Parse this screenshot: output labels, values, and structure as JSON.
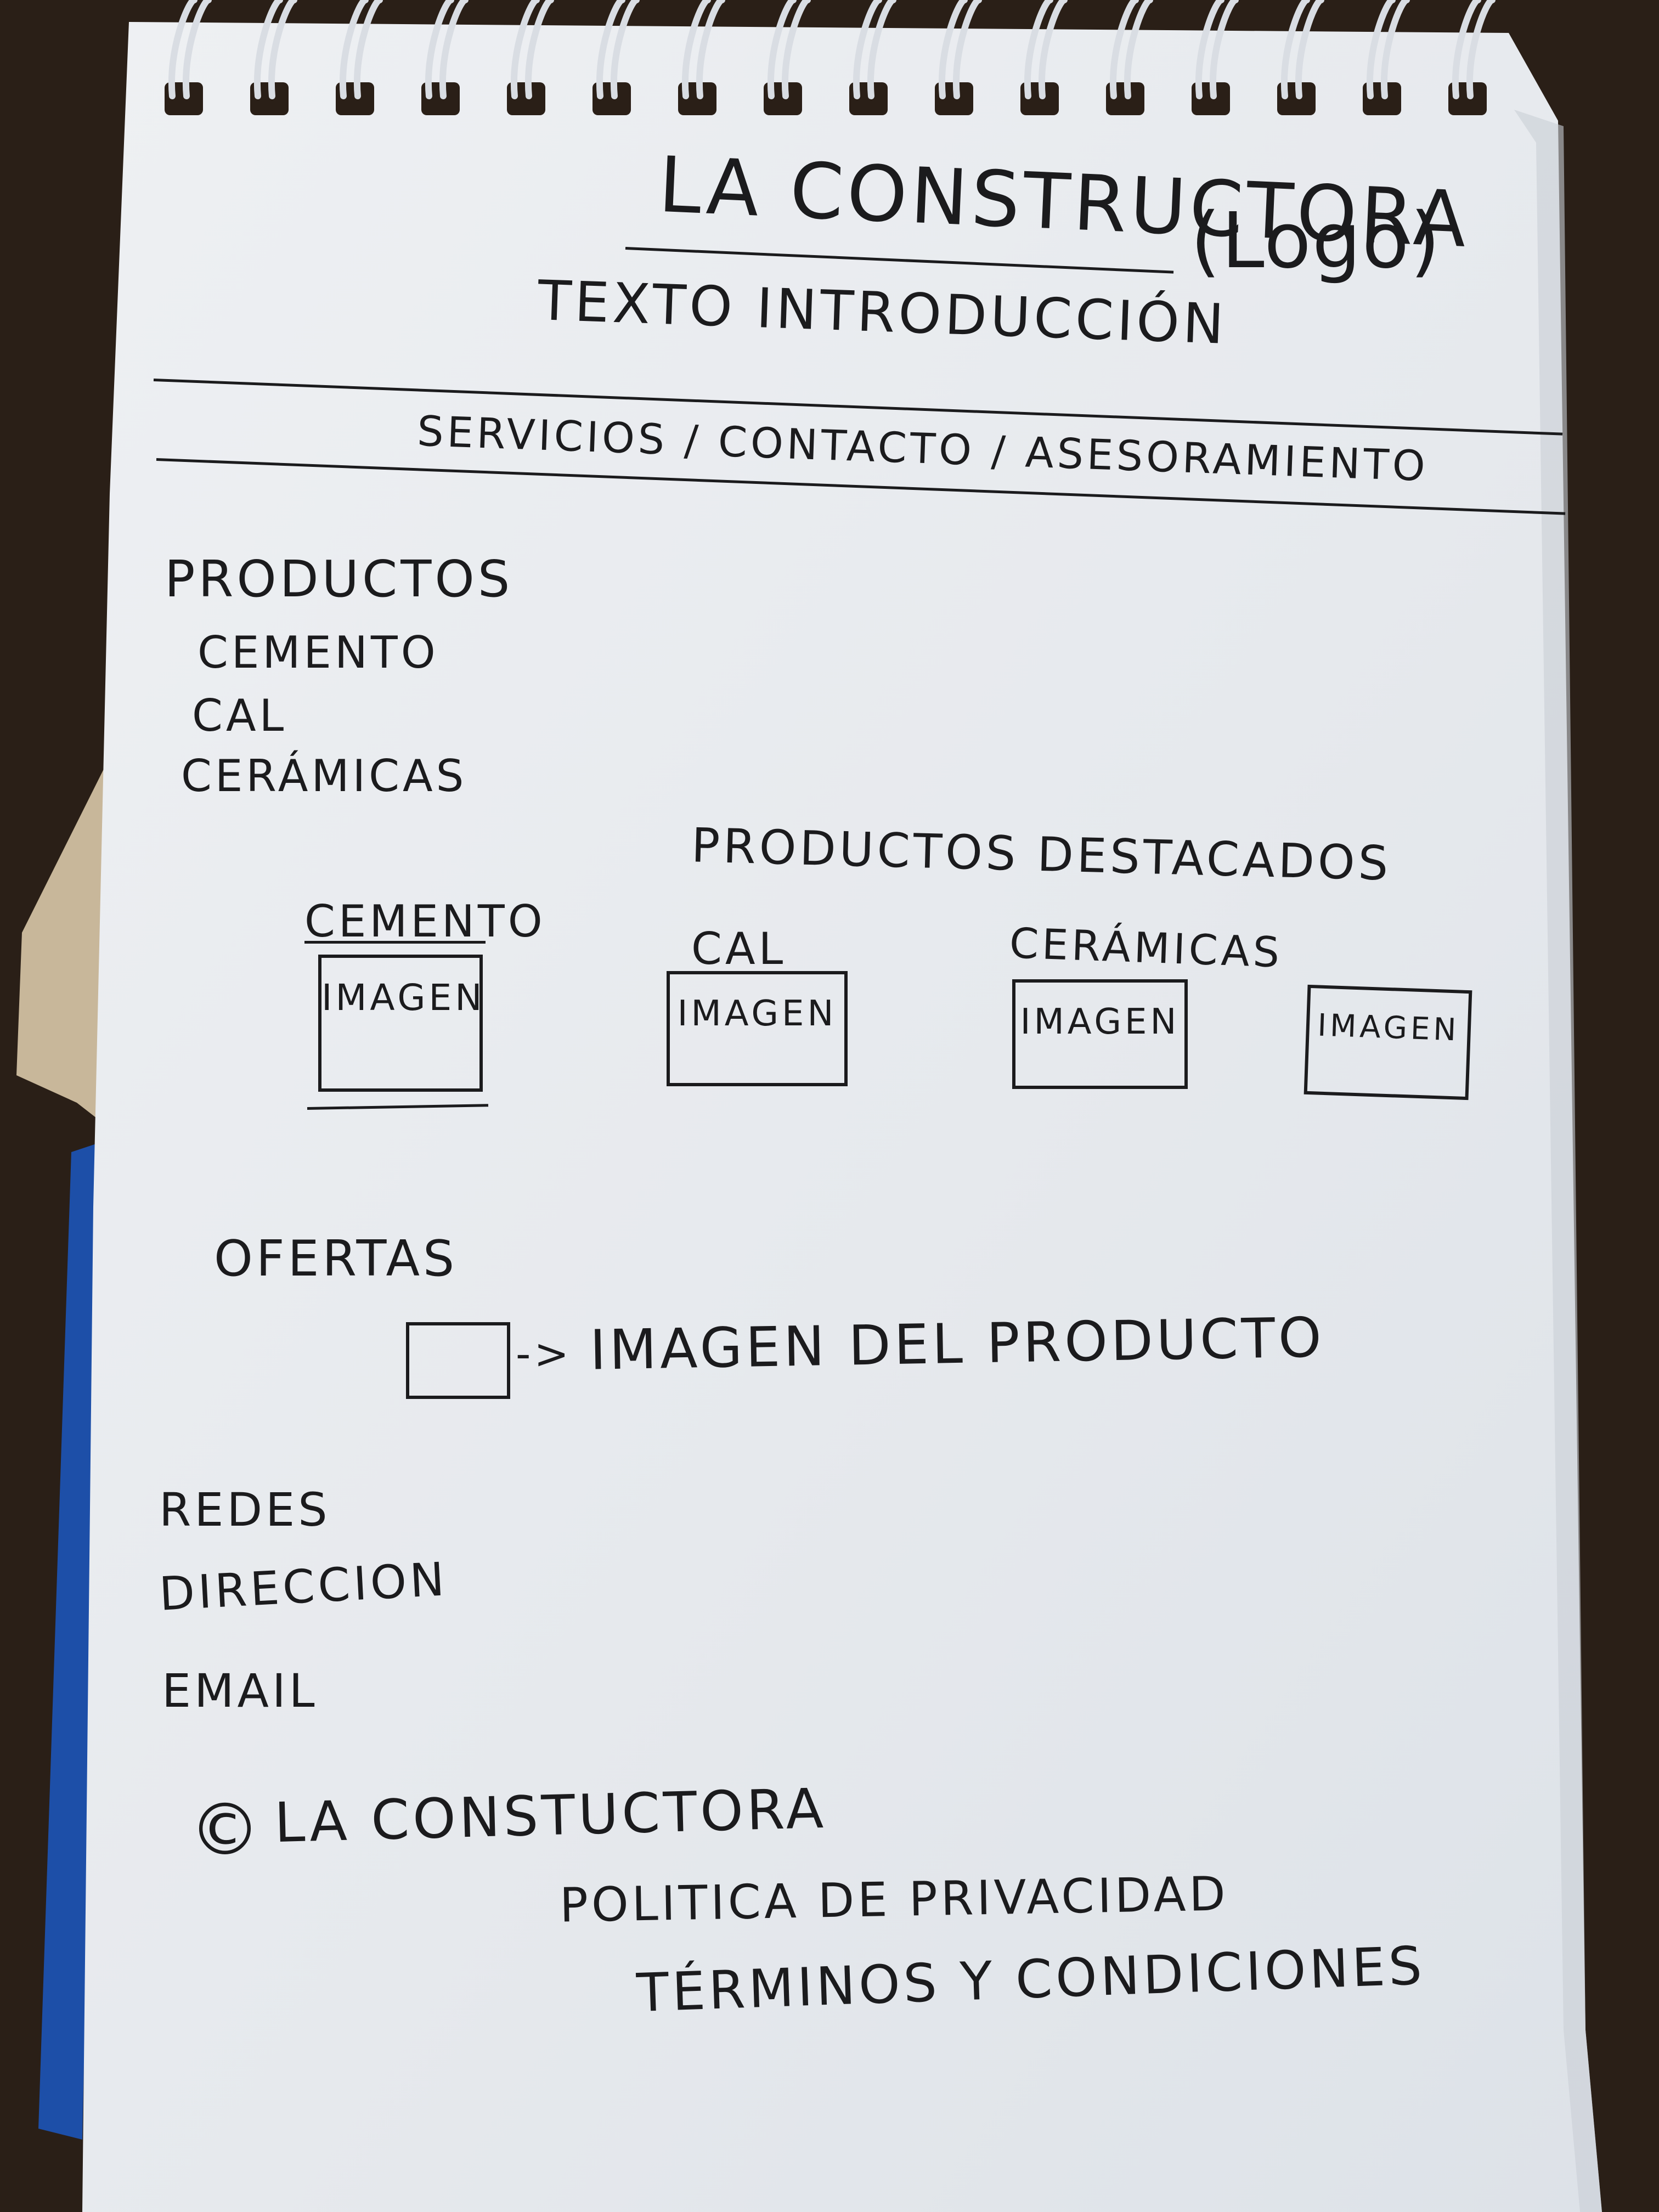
{
  "sketch": {
    "title": "LA CONSTRUCTORA",
    "title_note": "(Logo)",
    "intro": "TEXTO INTRODUCCIÓN",
    "nav": "SERVICIOS / CONTACTO / ASESORAMIENTO",
    "products_heading": "PRODUCTOS",
    "products_list": [
      "CEMENTO",
      "CAL",
      "CERÁMICAS"
    ],
    "featured_heading": "PRODUCTOS DESTACADOS",
    "featured": [
      {
        "name": "CEMENTO",
        "image_label": "IMAGEN"
      },
      {
        "name": "CAL",
        "image_label": "IMAGEN"
      },
      {
        "name": "CERÁMICAS",
        "image_label": "IMAGEN"
      },
      {
        "name": "",
        "image_label": "IMAGEN"
      }
    ],
    "offers_heading": "OFERTAS",
    "offer_arrow": "->",
    "offer_text": "IMAGEN DEL PRODUCTO",
    "footer_links": [
      "REDES",
      "DIRECCION",
      "EMAIL"
    ],
    "copyright_symbol": "©",
    "copyright_text": "LA CONSTUCTORA",
    "privacy": "POLITICA DE PRIVACIDAD",
    "terms": "TÉRMINOS Y CONDICIONES"
  },
  "colors": {
    "paper": "#e9ecef",
    "paper_shadow": "#c9ced6",
    "ink": "#1b1b1d",
    "table": "#2a1f17",
    "spiral": "#d9dde3",
    "back_cover": "#1d4fa8",
    "tissue": "#c8b79a"
  }
}
